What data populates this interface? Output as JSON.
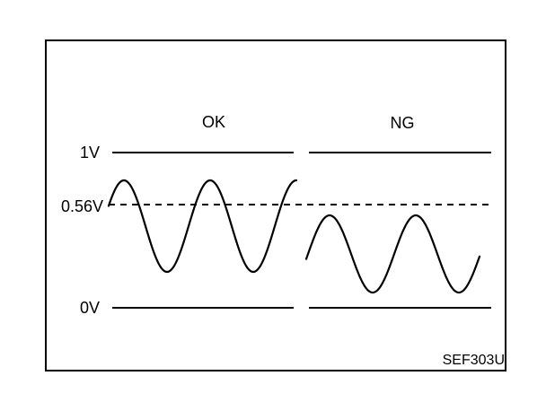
{
  "labels": {
    "ok": "OK",
    "ng": "NG",
    "v_high": "1V",
    "v_threshold": "0.56V",
    "v_low": "0V",
    "figure_id": "SEF303U"
  },
  "colors": {
    "ink": "#000000",
    "background": "#ffffff"
  },
  "signals": {
    "ok": {
      "name": "OK",
      "approx_max_v": 0.83,
      "approx_min_v": 0.24,
      "crosses_threshold": true
    },
    "ng": {
      "name": "NG",
      "approx_max_v": 0.6,
      "approx_min_v": 0.1,
      "crosses_threshold": false
    }
  }
}
